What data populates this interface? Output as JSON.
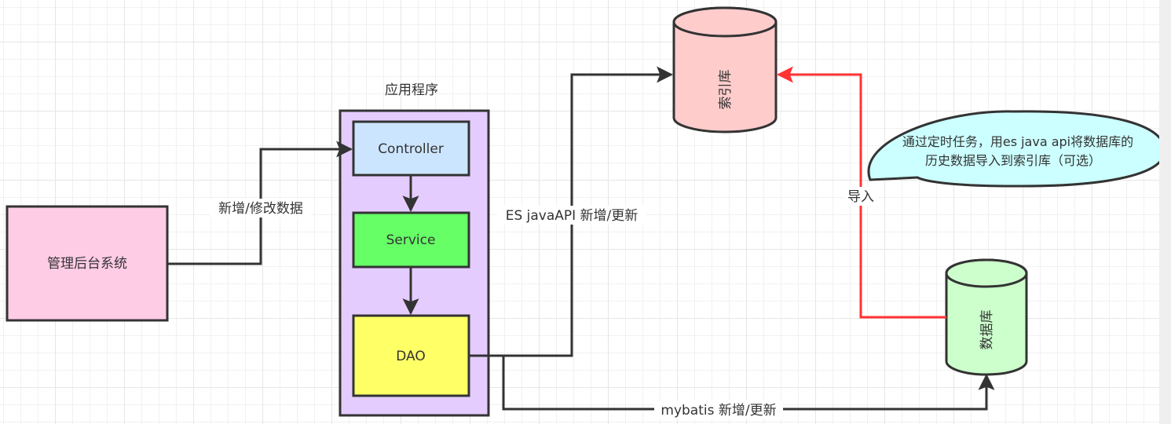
{
  "diagram": {
    "nodes": {
      "admin_system": {
        "label": "管理后台系统",
        "fill": "#ffcce6"
      },
      "app_container": {
        "label": "应用程序",
        "fill": "#e5ccff"
      },
      "controller": {
        "label": "Controller",
        "fill": "#cce5ff"
      },
      "service": {
        "label": "Service",
        "fill": "#66ff66"
      },
      "dao": {
        "label": "DAO",
        "fill": "#ffff66"
      },
      "index_db": {
        "label": "索引库",
        "fill": "#ffcccc"
      },
      "database": {
        "label": "数据库",
        "fill": "#ccffcc"
      },
      "callout": {
        "line1": "通过定时任务，用es java api将数据库的",
        "line2": "历史数据导入到索引库（可选）",
        "fill": "#ccffff"
      }
    },
    "edges": {
      "admin_to_controller": {
        "label": "新增/修改数据"
      },
      "dao_to_index": {
        "label": "ES javaAPI 新增/更新"
      },
      "dao_to_database": {
        "label": "mybatis 新增/更新"
      },
      "database_to_index": {
        "label": "导入",
        "color": "#ff3333"
      }
    },
    "stroke_color": "#333333"
  }
}
